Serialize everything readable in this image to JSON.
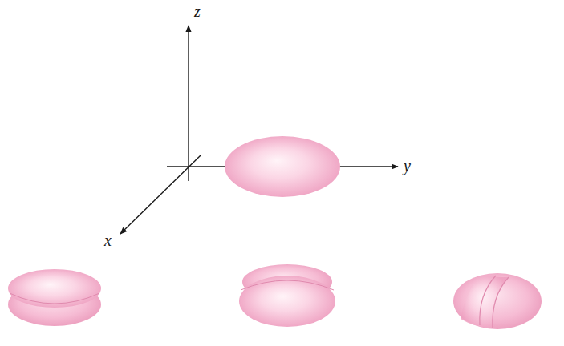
{
  "diagram": {
    "labels": [
      "z",
      "y",
      "x"
    ]
  }
}
